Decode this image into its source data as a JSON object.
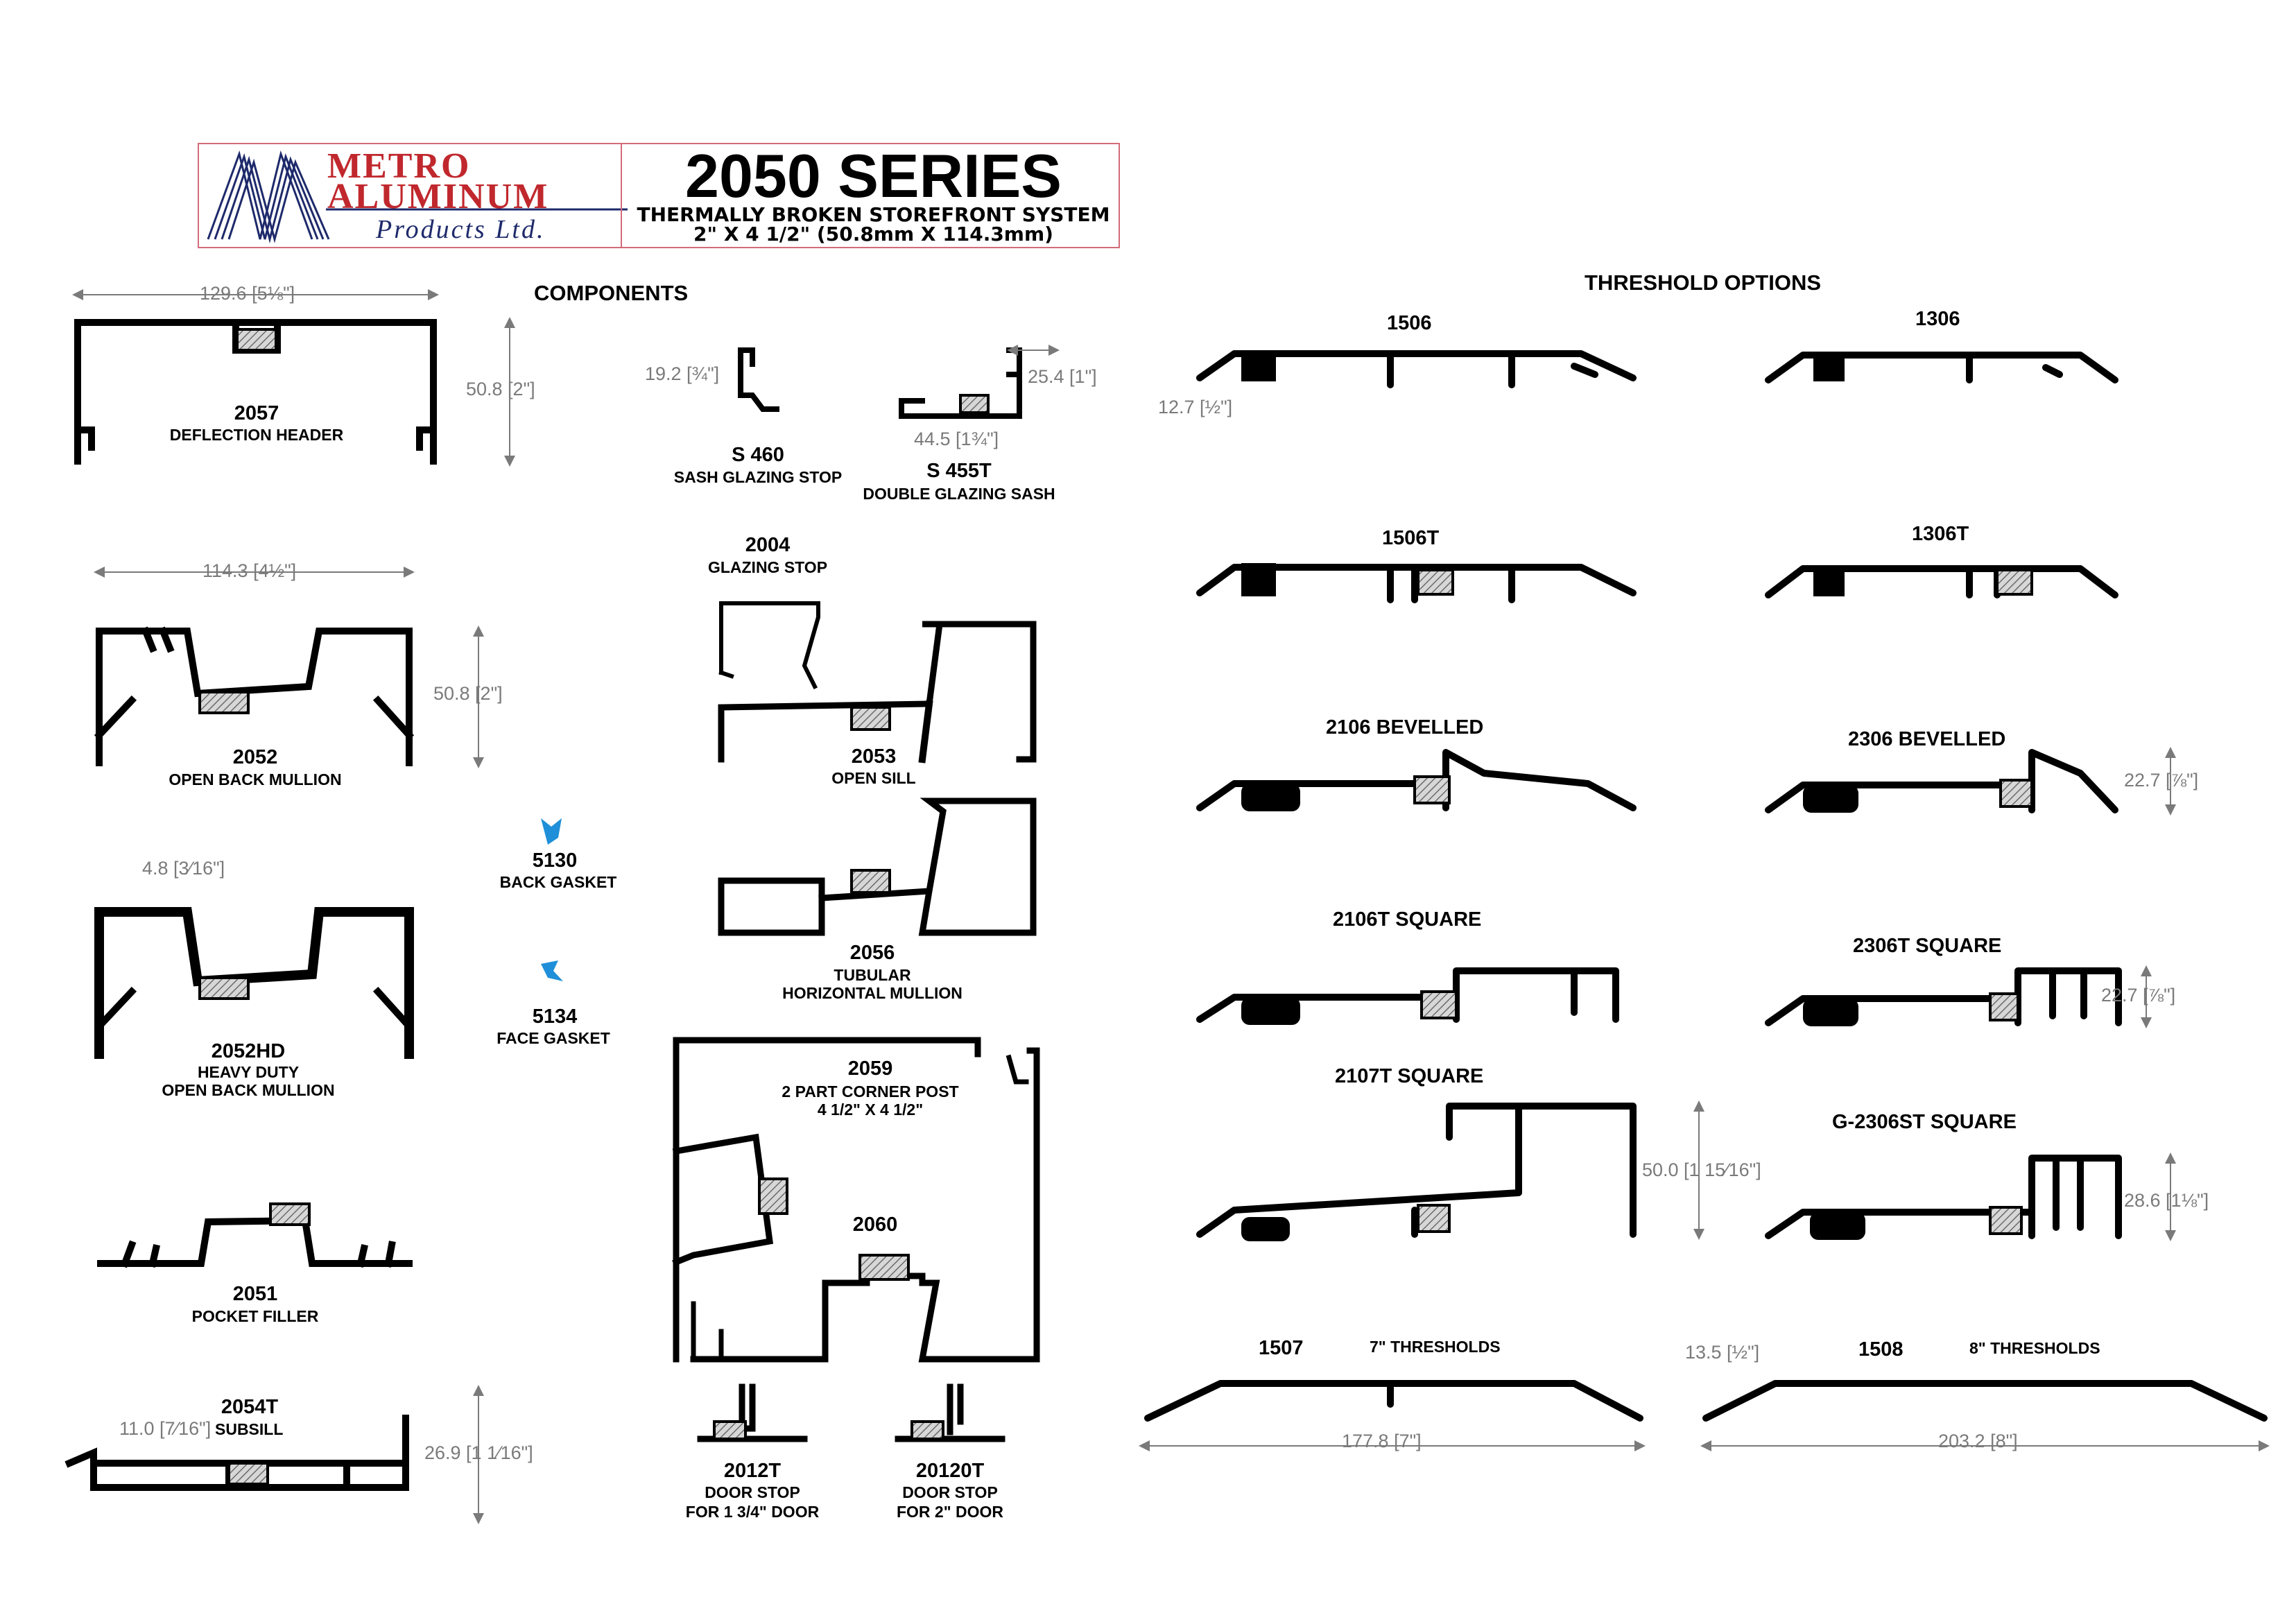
{
  "header": {
    "brand_line1": "METRO",
    "brand_line2": "ALUMINUM",
    "brand_line3": "Products Ltd.",
    "series_title": "2050 SERIES",
    "subtitle_1": "THERMALLY BROKEN STOREFRONT SYSTEM",
    "subtitle_2": "2\" X 4 1/2\" (50.8mm X 114.3mm)",
    "brand_red": "#c0282d",
    "brand_blue": "#1e2a6b"
  },
  "sections": {
    "components": "COMPONENTS",
    "threshold_options": "THRESHOLD OPTIONS"
  },
  "components": {
    "c2057": {
      "code": "2057",
      "desc": "DEFLECTION HEADER",
      "dim_width": "129.6 [5⅛\"]",
      "dim_height": "50.8 [2\"]"
    },
    "c2052": {
      "code": "2052",
      "desc": "OPEN BACK MULLION",
      "dim_width": "114.3 [4½\"]",
      "dim_height": "50.8 [2\"]"
    },
    "c2052hd": {
      "code": "2052HD",
      "desc1": "HEAVY DUTY",
      "desc2": "OPEN BACK MULLION",
      "dim_width": "4.8 [3⁄16\"]"
    },
    "c2051": {
      "code": "2051",
      "desc": "POCKET FILLER"
    },
    "c2054t": {
      "code": "2054T",
      "desc": "SUBSILL",
      "dim_width": "11.0 [7⁄16\"]",
      "dim_height": "26.9 [1 1⁄16\"]"
    },
    "c5130": {
      "code": "5130",
      "desc": "BACK GASKET"
    },
    "c5134": {
      "code": "5134",
      "desc": "FACE GASKET"
    },
    "cs460": {
      "code": "S 460",
      "desc": "SASH GLAZING STOP",
      "dim_height": "19.2 [¾\"]"
    },
    "cs455t": {
      "code": "S 455T",
      "desc": "DOUBLE GLAZING SASH",
      "dim_height": "25.4 [1\"]",
      "dim_width": "44.5 [1¾\"]"
    },
    "c2004": {
      "code": "2004",
      "desc": "GLAZING STOP"
    },
    "c2053": {
      "code": "2053",
      "desc": "OPEN SILL"
    },
    "c2056": {
      "code": "2056",
      "desc1": "TUBULAR",
      "desc2": "HORIZONTAL MULLION"
    },
    "c2059": {
      "code": "2059",
      "desc1": "2 PART CORNER POST",
      "desc2": "4 1/2\" X 4 1/2\""
    },
    "c2060": {
      "code": "2060"
    },
    "c2012t": {
      "code": "2012T",
      "desc1": "DOOR STOP",
      "desc2": "FOR 1 3/4\" DOOR"
    },
    "c20120t": {
      "code": "20120T",
      "desc1": "DOOR STOP",
      "desc2": "FOR 2\" DOOR"
    }
  },
  "thresholds": {
    "t1506": {
      "code": "1506",
      "dim_height": "12.7 [½\"]"
    },
    "t1306": {
      "code": "1306"
    },
    "t1506t": {
      "code": "1506T"
    },
    "t1306t": {
      "code": "1306T"
    },
    "t2106b": {
      "code": "2106 BEVELLED"
    },
    "t2306b": {
      "code": "2306 BEVELLED",
      "dim_height": "22.7 [⅞\"]"
    },
    "t2106ts": {
      "code": "2106T SQUARE"
    },
    "t2306ts": {
      "code": "2306T  SQUARE",
      "dim_height": "22.7 [⅞\"]"
    },
    "t2107ts": {
      "code": "2107T SQUARE",
      "dim_height": "50.0 [1 15⁄16\"]"
    },
    "tg2306st": {
      "code": "G-2306ST SQUARE",
      "dim_height": "28.6 [1⅛\"]"
    },
    "t1507": {
      "code": "1507",
      "desc": "7\" THRESHOLDS",
      "dim_width": "177.8 [7\"]"
    },
    "t1508": {
      "code": "1508",
      "desc": "8\" THRESHOLDS",
      "dim_width": "203.2 [8\"]",
      "dim_height": "13.5 [½\"]"
    }
  },
  "colors": {
    "gasket_blue": "#1e8fd8",
    "thermal_hatch": "#9a9a9a",
    "dimension_gray": "#7a7a7a",
    "header_border": "#d36b7a"
  }
}
